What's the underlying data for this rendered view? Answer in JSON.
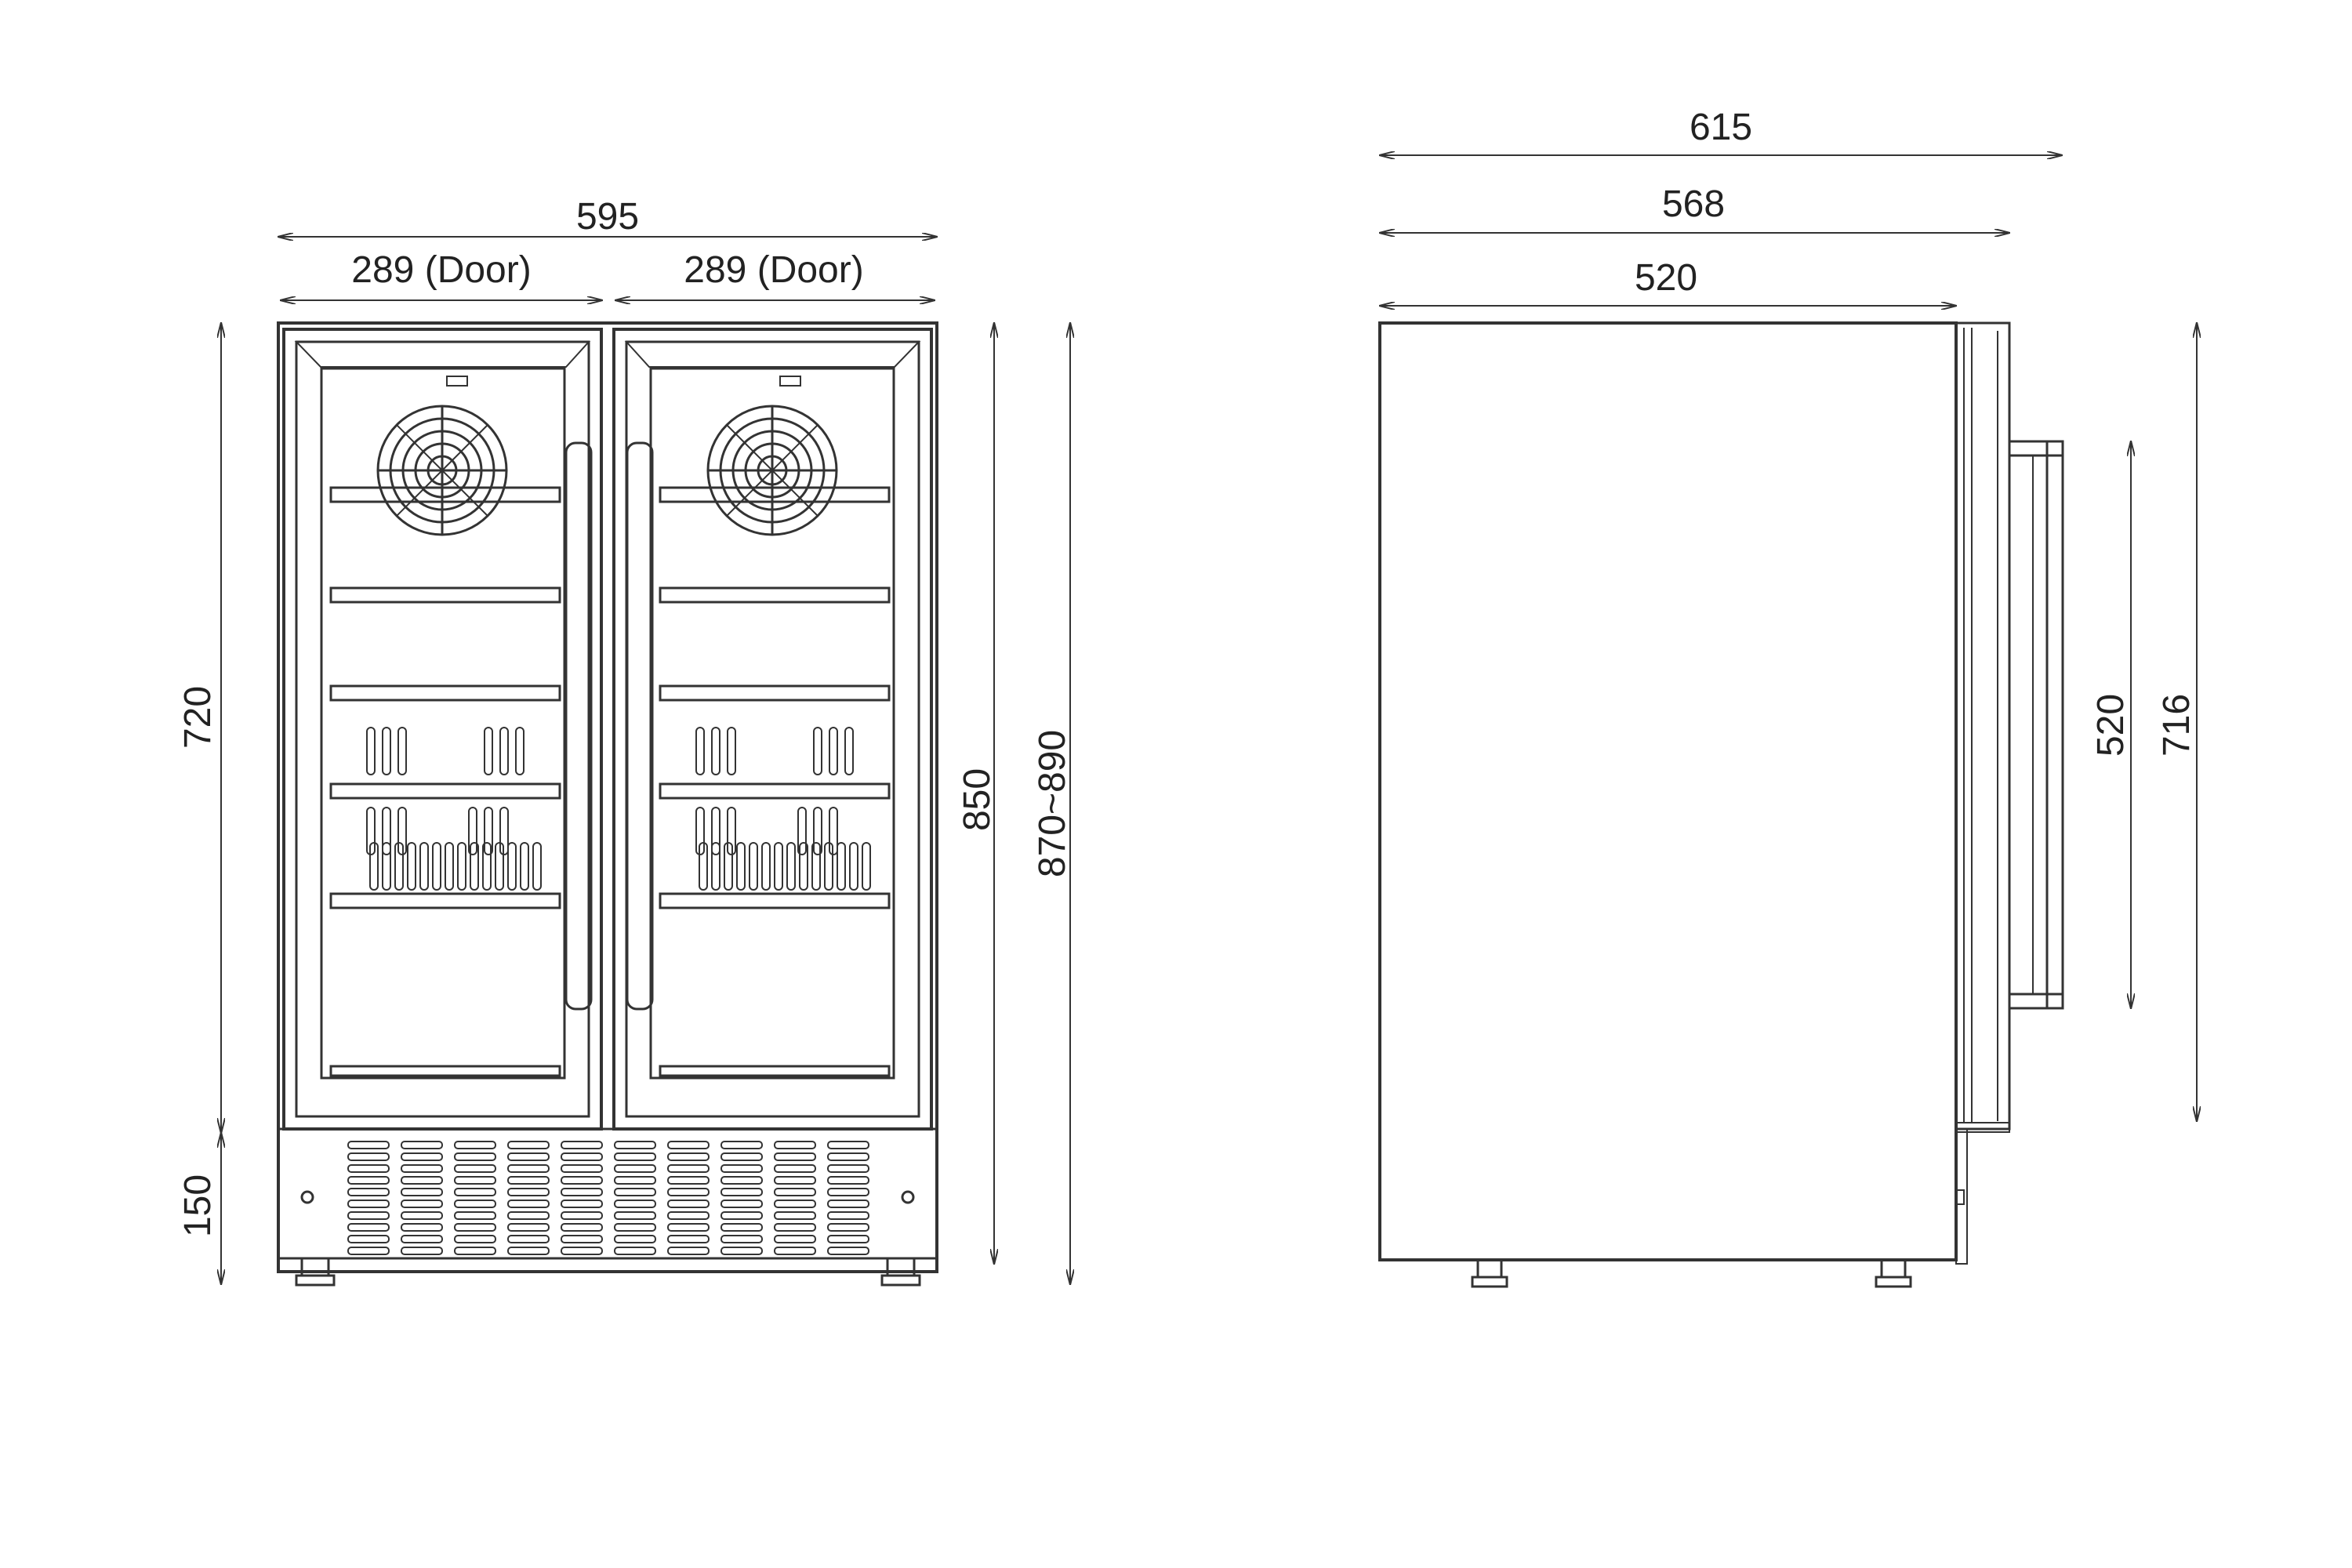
{
  "dimensions": {
    "front_total_width": "595",
    "left_door_width": "289 (Door)",
    "right_door_width": "289 (Door)",
    "cabinet_height": "720",
    "base_height": "150",
    "body_height": "850",
    "total_height_range": "870~890",
    "side_depth_total": "615",
    "side_depth_door": "568",
    "side_depth_body": "520",
    "handle_length": "520",
    "door_height": "716"
  },
  "colors": {
    "line": "#333333",
    "text": "#222222",
    "background": "#ffffff"
  }
}
